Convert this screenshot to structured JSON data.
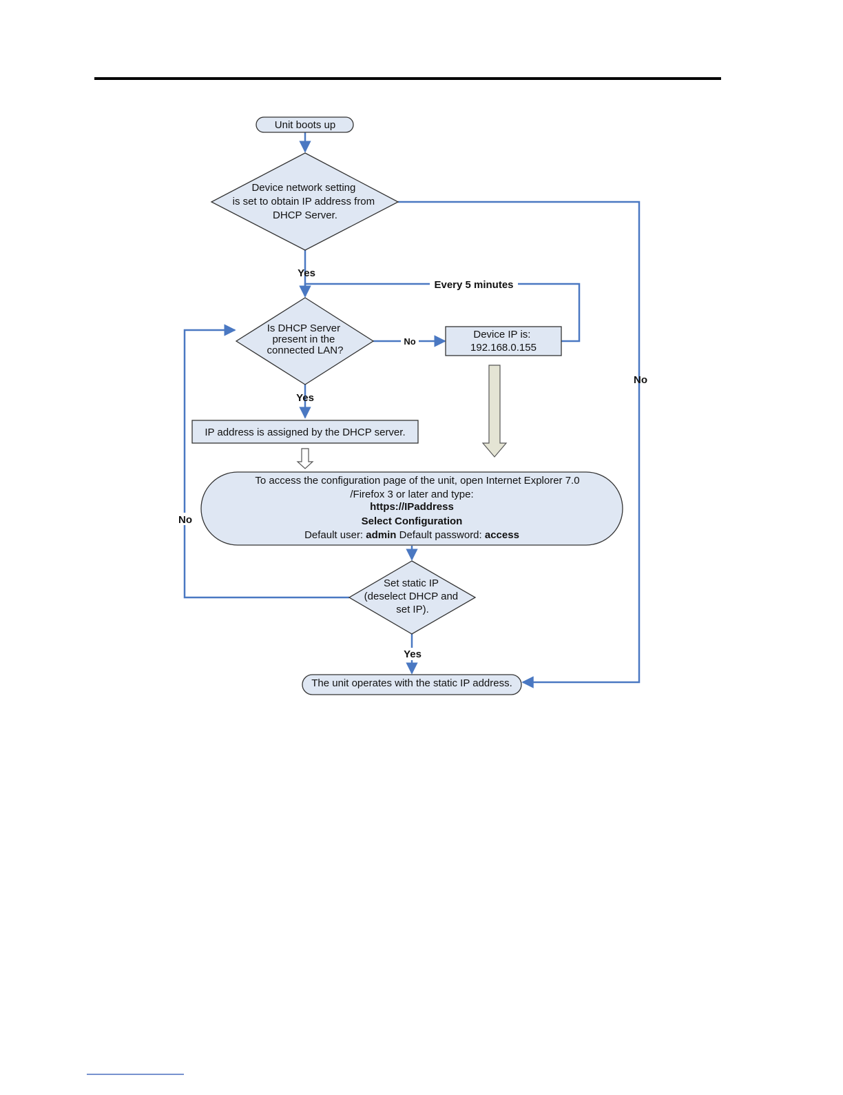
{
  "colors": {
    "connector": "#4a78c2",
    "node_fill": "#dfe7f3",
    "node_stroke": "#333333",
    "block_arrow_fill": "#e4e4d4",
    "block_arrow_stroke": "#555555",
    "rule": "#000000",
    "footer_rule": "#4a6fbf"
  },
  "flowchart": {
    "start": "Unit boots up",
    "decision_dhcp_setting": [
      "Device network setting",
      "is set to obtain IP address from",
      "DHCP Server."
    ],
    "decision_server_present": [
      "Is DHCP Server",
      "present in the",
      "connected LAN?"
    ],
    "default_ip": [
      "Device IP is:",
      "192.168.0.155"
    ],
    "assigned": "IP address is assigned by the DHCP server.",
    "access": {
      "line1": "To access the configuration page of the unit, open Internet Explorer 7.0",
      "line2": "/Firefox 3 or later and type:",
      "url": "https://IPaddress",
      "select": "Select Configuration",
      "user_label": "Default user: ",
      "user": "admin",
      "password_label": " Default password: ",
      "password": "access"
    },
    "decision_static": [
      "Set static IP",
      "(deselect DHCP and",
      "set IP)."
    ],
    "end": "The unit operates with the static IP address."
  },
  "edge_labels": {
    "yes_setting": "Yes",
    "no_setting": "No",
    "every": "Every 5 minutes",
    "no_present": "No",
    "yes_present": "Yes",
    "no_static": "No",
    "yes_static": "Yes"
  }
}
